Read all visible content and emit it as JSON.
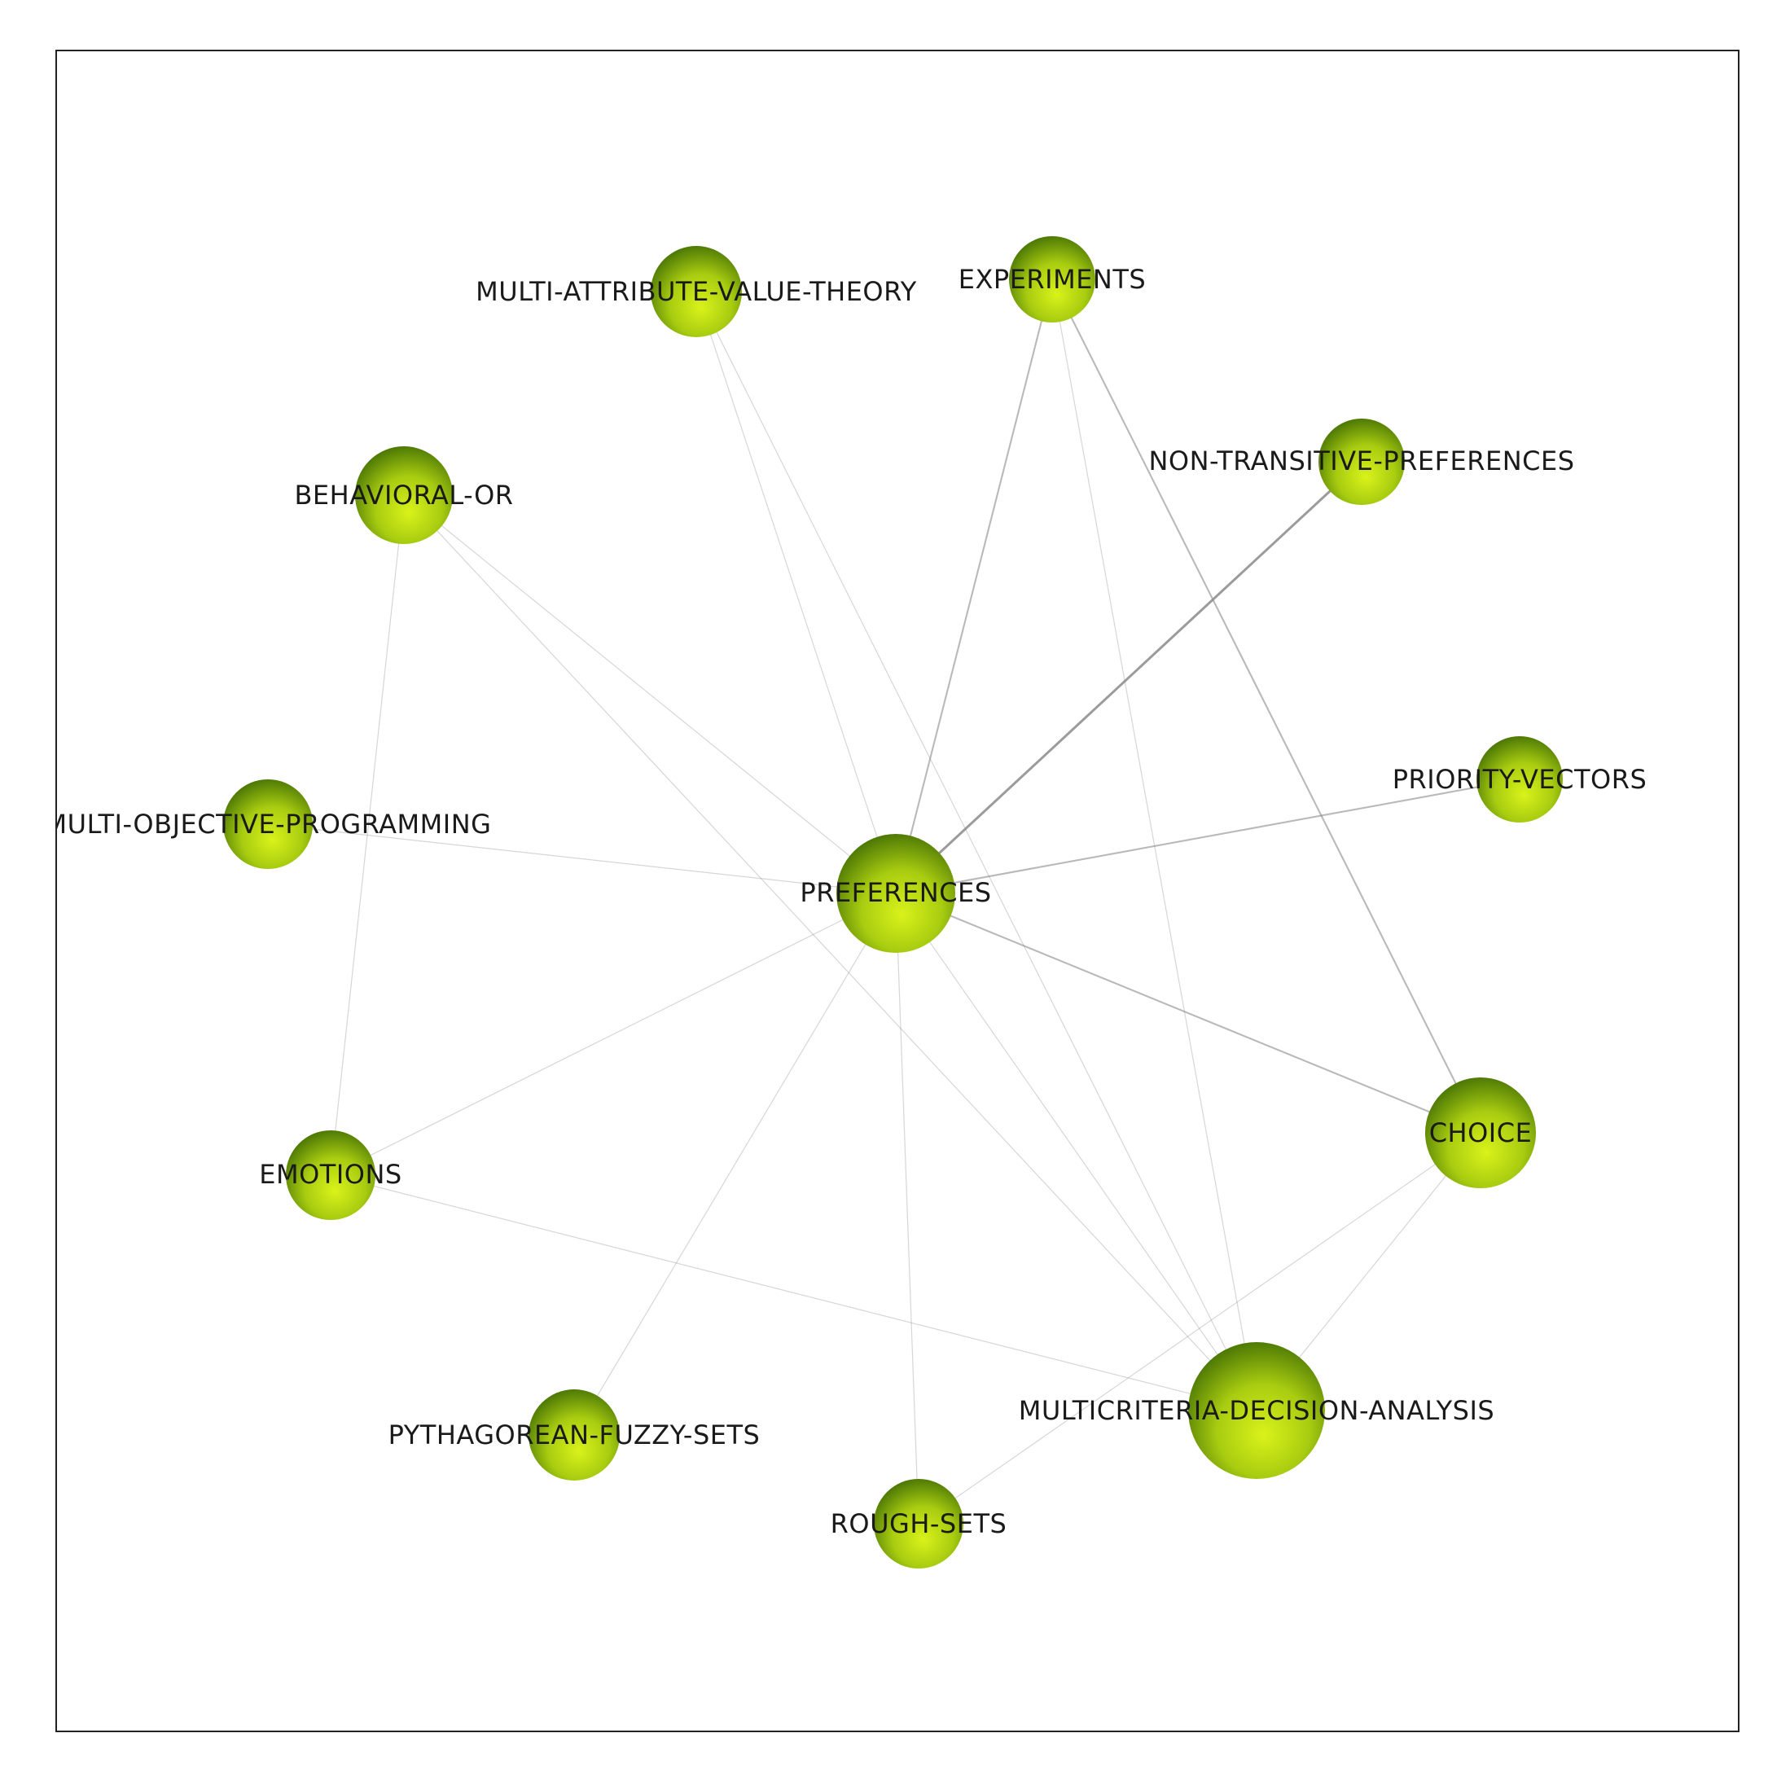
{
  "colors": {
    "node_highlight": "#d9f21a",
    "node_mid": "#a8cc10",
    "node_shadow": "#4f7a05",
    "edge": "#8a8a8a",
    "label": "#1a1a1a"
  },
  "nodes": [
    {
      "id": "multi-attribute-value-theory",
      "label": "MULTI-ATTRIBUTE-VALUE-THEORY"
    },
    {
      "id": "experiments",
      "label": "EXPERIMENTS"
    },
    {
      "id": "non-transitive-preferences",
      "label": "NON-TRANSITIVE-PREFERENCES"
    },
    {
      "id": "behavioral-or",
      "label": "BEHAVIORAL-OR"
    },
    {
      "id": "priority-vectors",
      "label": "PRIORITY-VECTORS"
    },
    {
      "id": "multi-objective-programming",
      "label": "MULTI-OBJECTIVE-PROGRAMMING"
    },
    {
      "id": "preferences",
      "label": "PREFERENCES"
    },
    {
      "id": "choice",
      "label": "CHOICE"
    },
    {
      "id": "emotions",
      "label": "EMOTIONS"
    },
    {
      "id": "multicriteria-decision-analysis",
      "label": "MULTICRITERIA-DECISION-ANALYSIS"
    },
    {
      "id": "pythagorean-fuzzy-sets",
      "label": "PYTHAGOREAN-FUZZY-SETS"
    },
    {
      "id": "rough-sets",
      "label": "ROUGH-SETS"
    }
  ],
  "edges": [
    {
      "from": "preferences",
      "to": "non-transitive-preferences",
      "weight": 3
    },
    {
      "from": "preferences",
      "to": "experiments",
      "weight": 2
    },
    {
      "from": "preferences",
      "to": "multi-attribute-value-theory",
      "weight": 1
    },
    {
      "from": "preferences",
      "to": "behavioral-or",
      "weight": 1
    },
    {
      "from": "preferences",
      "to": "multi-objective-programming",
      "weight": 1
    },
    {
      "from": "preferences",
      "to": "priority-vectors",
      "weight": 2
    },
    {
      "from": "preferences",
      "to": "choice",
      "weight": 2
    },
    {
      "from": "preferences",
      "to": "emotions",
      "weight": 1
    },
    {
      "from": "preferences",
      "to": "pythagorean-fuzzy-sets",
      "weight": 1
    },
    {
      "from": "preferences",
      "to": "rough-sets",
      "weight": 1
    },
    {
      "from": "preferences",
      "to": "multicriteria-decision-analysis",
      "weight": 1
    },
    {
      "from": "experiments",
      "to": "choice",
      "weight": 2
    },
    {
      "from": "experiments",
      "to": "multicriteria-decision-analysis",
      "weight": 1
    },
    {
      "from": "multi-attribute-value-theory",
      "to": "multicriteria-decision-analysis",
      "weight": 1
    },
    {
      "from": "behavioral-or",
      "to": "emotions",
      "weight": 1
    },
    {
      "from": "behavioral-or",
      "to": "multicriteria-decision-analysis",
      "weight": 1
    },
    {
      "from": "emotions",
      "to": "multicriteria-decision-analysis",
      "weight": 1
    },
    {
      "from": "choice",
      "to": "multicriteria-decision-analysis",
      "weight": 1
    },
    {
      "from": "choice",
      "to": "rough-sets",
      "weight": 1
    }
  ]
}
